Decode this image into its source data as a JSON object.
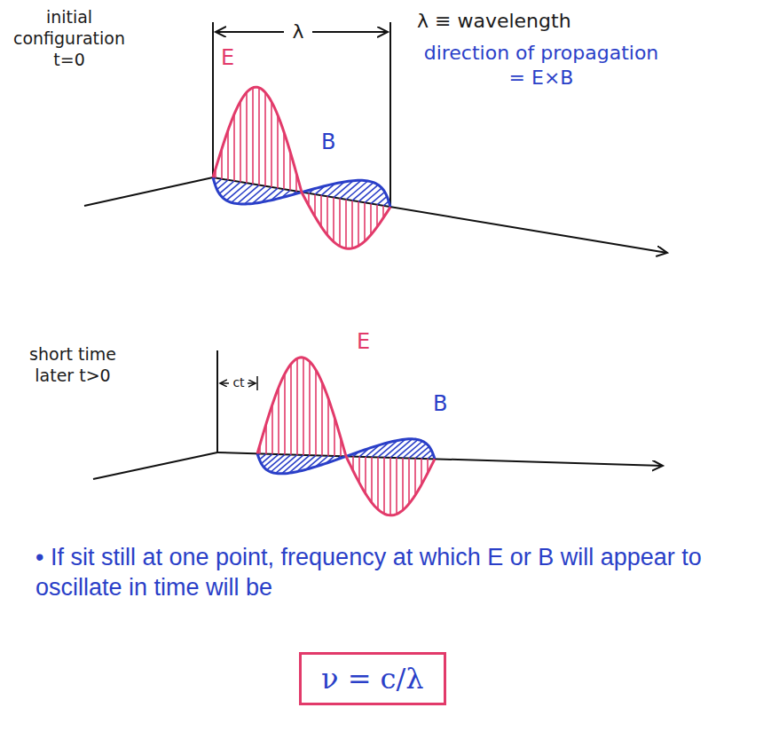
{
  "diagram": {
    "nodes": [
      {
        "text": [
          "ν = c/λ"
        ]
      }
    ],
    "labels": [
      "initial configuration t=0",
      "λ",
      "λ ≡ wavelength",
      "direction of propagation = E×B",
      "E",
      "B",
      "short time later t>0",
      "ct",
      "E",
      "B",
      "• If sit still at one point, frequency at which E or B will appear to oscillate in time will be"
    ]
  }
}
